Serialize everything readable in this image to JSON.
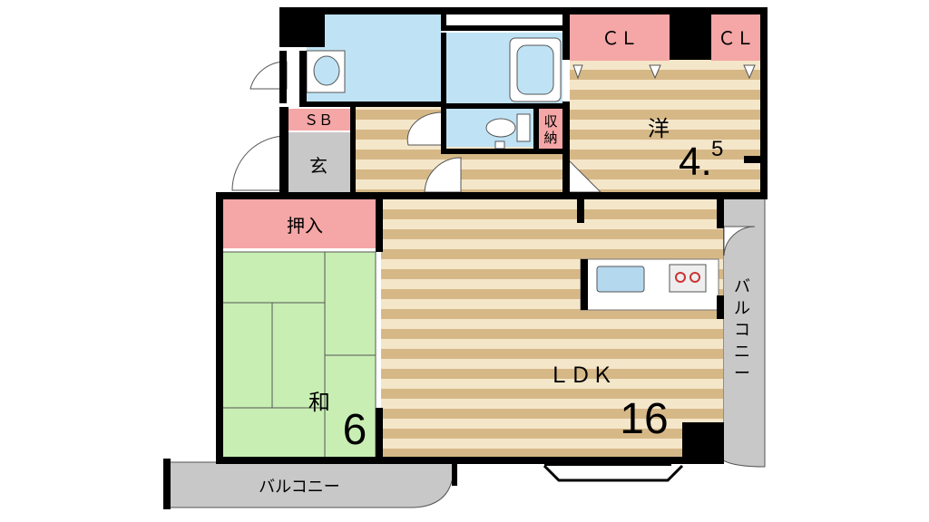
{
  "rooms": {
    "closet_left": "ＣＬ",
    "closet_right": "ＣＬ",
    "western_room_label": "洋",
    "western_room_size_main": "4.",
    "western_room_size_sup": "5",
    "storage": [
      "収",
      "納"
    ],
    "shoe_box": "ＳＢ",
    "entrance": "玄",
    "oshiire": "押入",
    "japanese_room_label": "和",
    "japanese_room_size": "6",
    "ldk_label": "ＬＤＫ",
    "ldk_size": "16",
    "balcony_right": [
      "バ",
      "ル",
      "コ",
      "ニ",
      "ー"
    ],
    "balcony_bottom": "バルコニー"
  },
  "colors": {
    "wall": "#000000",
    "wood_light": "#f4e6c9",
    "wood_dark": "#d6b887",
    "tatami": "#c8eeb4",
    "closet_pink": "#f5a6a6",
    "wet_area_blue": "#bfe3f5",
    "balcony_gray": "#c8c8c8",
    "entrance_gray": "#c8c8c8",
    "kitchen_blue": "#b4d8ee"
  }
}
